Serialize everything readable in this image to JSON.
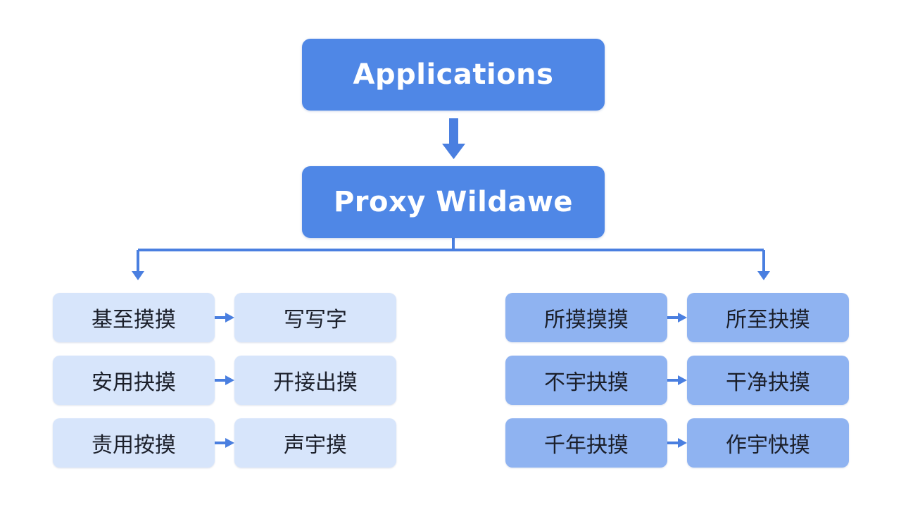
{
  "top": {
    "applications": "Applications",
    "proxy": "Proxy Wildawe"
  },
  "left": {
    "rows": [
      {
        "from": "基至摸摸",
        "to": "写写字"
      },
      {
        "from": "安用抉摸",
        "to": "开接出摸"
      },
      {
        "from": "责用按摸",
        "to": "声宇摸"
      }
    ]
  },
  "right": {
    "rows": [
      {
        "from": "所摸摸摸",
        "to": "所至抉摸"
      },
      {
        "from": "不宇抉摸",
        "to": "干净抉摸"
      },
      {
        "from": "千年抉摸",
        "to": "作宇快摸"
      }
    ]
  },
  "colors": {
    "primary": "#4f87e6",
    "light_node": "#d7e5fb",
    "mid_node": "#8fb3f1",
    "connector": "#4a7fe0"
  }
}
